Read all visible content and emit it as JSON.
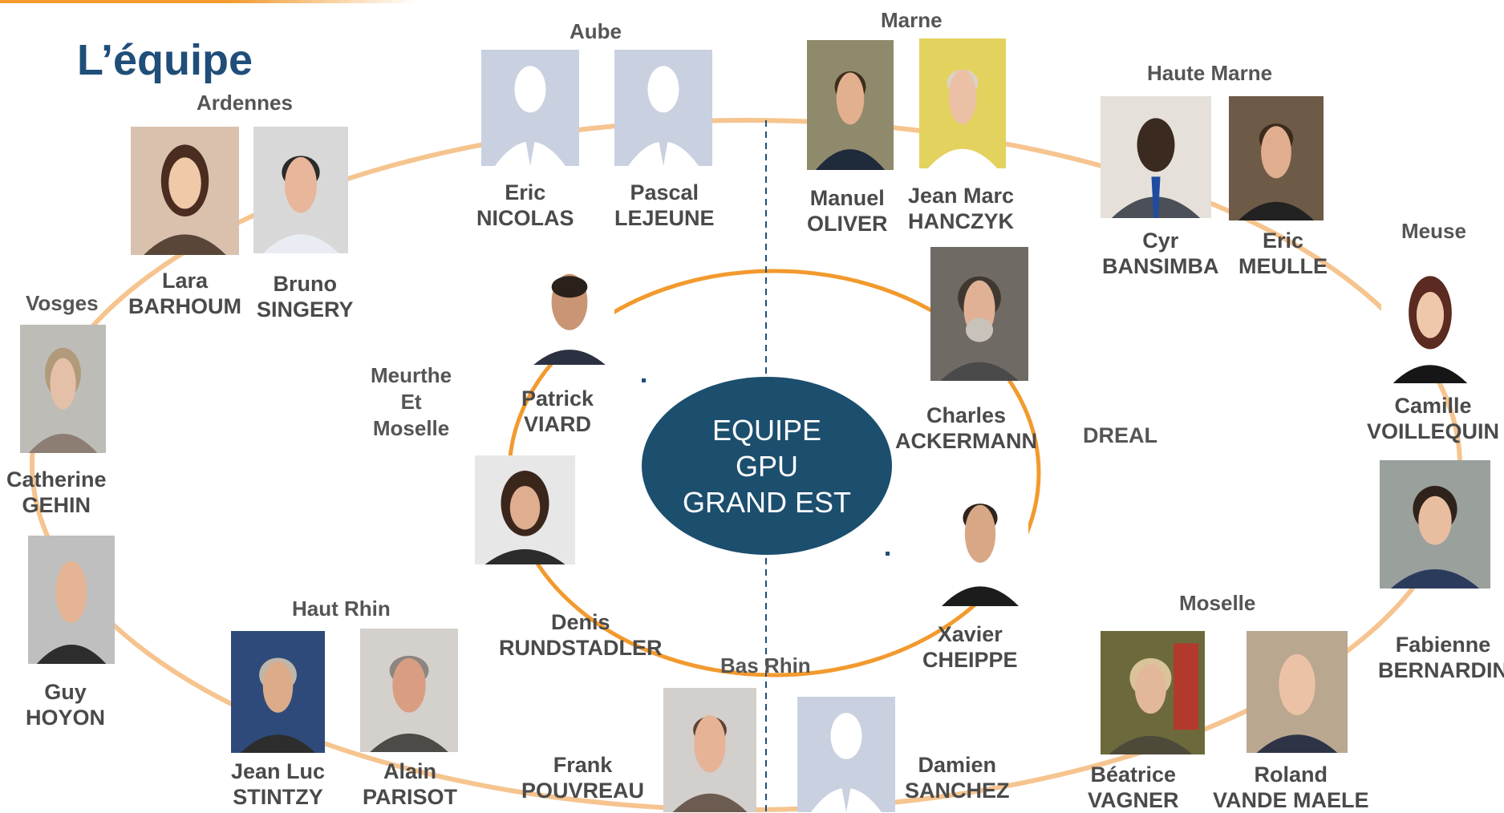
{
  "title": "L’équipe",
  "center": {
    "line1": "EQUIPE",
    "line2": "GPU",
    "line3": "GRAND EST"
  },
  "regions": {
    "ardennes": "Ardennes",
    "aube": "Aube",
    "marne": "Marne",
    "haute_marne": "Haute Marne",
    "meuse": "Meuse",
    "vosges": "Vosges",
    "meurthe_line1": "Meurthe",
    "meurthe_line2": "Et",
    "meurthe_line3": "Moselle",
    "dreal": "DREAL",
    "moselle": "Moselle",
    "haut_rhin": "Haut Rhin",
    "bas_rhin": "Bas Rhin"
  },
  "people": {
    "lara": {
      "first": "Lara",
      "last": "BARHOUM"
    },
    "bruno": {
      "first": "Bruno",
      "last": "SINGERY"
    },
    "eric_n": {
      "first": "Eric",
      "last": "NICOLAS"
    },
    "pascal": {
      "first": "Pascal",
      "last": "LEJEUNE"
    },
    "manuel": {
      "first": "Manuel",
      "last": "OLIVER"
    },
    "jean_marc": {
      "first": "Jean Marc",
      "last": "HANCZYK"
    },
    "cyr": {
      "first": "Cyr",
      "last": "BANSIMBA"
    },
    "eric_m": {
      "first": "Eric",
      "last": "MEULLE"
    },
    "camille": {
      "first": "Camille",
      "last": "VOILLEQUIN"
    },
    "fabienne": {
      "first": "Fabienne",
      "last": "BERNARDIN"
    },
    "catherine": {
      "first": "Catherine",
      "last": "GEHIN"
    },
    "guy": {
      "first": "Guy",
      "last": "HOYON"
    },
    "patrick": {
      "first": "Patrick",
      "last": "VIARD"
    },
    "denis": {
      "first": "Denis",
      "last": "RUNDSTADLER"
    },
    "charles": {
      "first": "Charles",
      "last": "ACKERMANN"
    },
    "xavier": {
      "first": "Xavier",
      "last": "CHEIPPE"
    },
    "jean_luc": {
      "first": "Jean Luc",
      "last": "STINTZY"
    },
    "alain": {
      "first": "Alain",
      "last": "PARISOT"
    },
    "frank": {
      "first": "Frank",
      "last": "POUVREAU"
    },
    "damien": {
      "first": "Damien",
      "last": "SANCHEZ"
    },
    "beatrice": {
      "first": "Béatrice",
      "last": "VAGNER"
    },
    "roland": {
      "first": "Roland",
      "last": "VANDE MAELE"
    }
  },
  "colors": {
    "accent_orange": "#f29a2e",
    "outer_ring": "#f6c48f",
    "title_blue": "#1f4e79",
    "center_fill": "#1c4e6e",
    "placeholder_bg": "#c9d0e0",
    "placeholder_fg": "#ffffff"
  }
}
